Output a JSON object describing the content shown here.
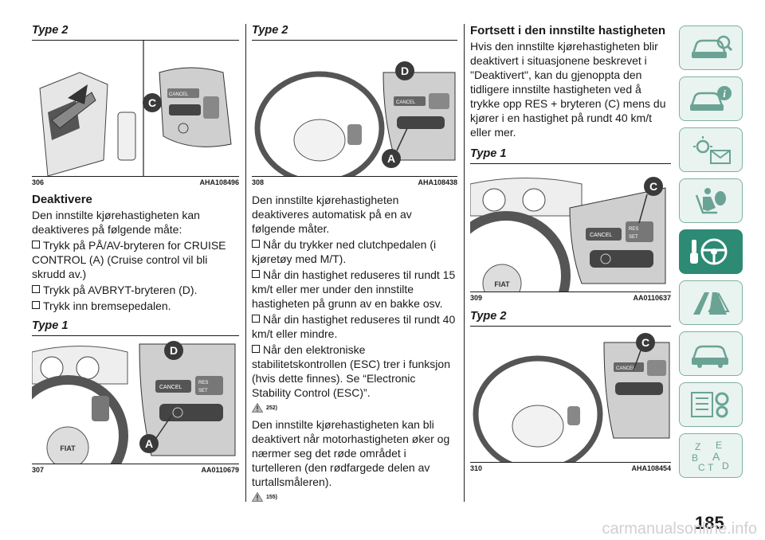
{
  "col1": {
    "fig306": {
      "heading": "Type 2",
      "number": "306",
      "code": "AHA108496"
    },
    "deactivate": {
      "heading": "Deaktivere",
      "intro": "Den innstilte kjørehastigheten kan deaktiveres på følgende måte:",
      "bullets": [
        "Trykk på PÅ/AV-bryteren for CRUISE CONTROL (A) (Cruise control vil bli skrudd av.)",
        "Trykk på AVBRYT-bryteren (D).",
        "Trykk inn bremsepedalen."
      ]
    },
    "fig307": {
      "heading": "Type 1",
      "number": "307",
      "code": "AA0110679"
    }
  },
  "col2": {
    "fig308": {
      "heading": "Type 2",
      "number": "308",
      "code": "AHA108438"
    },
    "auto": {
      "intro": "Den innstilte kjørehastigheten deaktiveres automatisk på en av følgende måter.",
      "bullets": [
        "Når du trykker ned clutchpedalen (i kjøretøy med M/T).",
        "Når din hastighet reduseres til rundt 15 km/t eller mer under den innstilte hastigheten på grunn av en bakke osv.",
        "Når din hastighet reduseres til rundt 40 km/t eller mindre.",
        "Når den elektroniske stabilitetskontrollen (ESC) trer i funksjon (hvis dette finnes). Se “Electronic Stability Control (ESC)”."
      ],
      "warning1": "252)",
      "outro": "Den innstilte kjørehastigheten kan bli deaktivert når motorhastigheten øker og nærmer seg det røde området i turtelleren (den rødfargede delen av turtallsmåleren).",
      "warning2": "155)"
    }
  },
  "col3": {
    "resume": {
      "heading": "Fortsett i den innstilte hastigheten",
      "text": "Hvis den innstilte kjørehastigheten blir deaktivert i situasjonene beskrevet i \"Deaktivert\", kan du gjenoppta den tidligere innstilte hastigheten ved å trykke opp RES + bryteren (C) mens du kjører i en hastighet på rundt 40 km/t eller mer."
    },
    "fig309": {
      "heading": "Type 1",
      "number": "309",
      "code": "AA0110637"
    },
    "fig310": {
      "heading": "Type 2",
      "number": "310",
      "code": "AHA108454"
    }
  },
  "figure_labels": {
    "a": "A",
    "c": "C",
    "d": "D",
    "cancel": "CANCEL",
    "res": "RES",
    "set": "SET",
    "fiat": "FIAT"
  },
  "sidebar": {
    "tabs": [
      {
        "icon": "car-search-icon"
      },
      {
        "icon": "car-info-icon"
      },
      {
        "icon": "warning-light-message-icon"
      },
      {
        "icon": "airbag-seat-icon"
      },
      {
        "icon": "steering-wheel-key-icon",
        "active": true
      },
      {
        "icon": "road-warning-icon"
      },
      {
        "icon": "car-service-icon"
      },
      {
        "icon": "specifications-gear-icon"
      },
      {
        "icon": "alphabet-index-icon",
        "letters": [
          "Z",
          "E",
          "B",
          "A",
          "C",
          "T",
          "D"
        ]
      }
    ]
  },
  "page_number": "185",
  "watermark": "carmanualsonline.info",
  "colors": {
    "accent": "#2d8a74",
    "badge": "#3a3a3a"
  }
}
